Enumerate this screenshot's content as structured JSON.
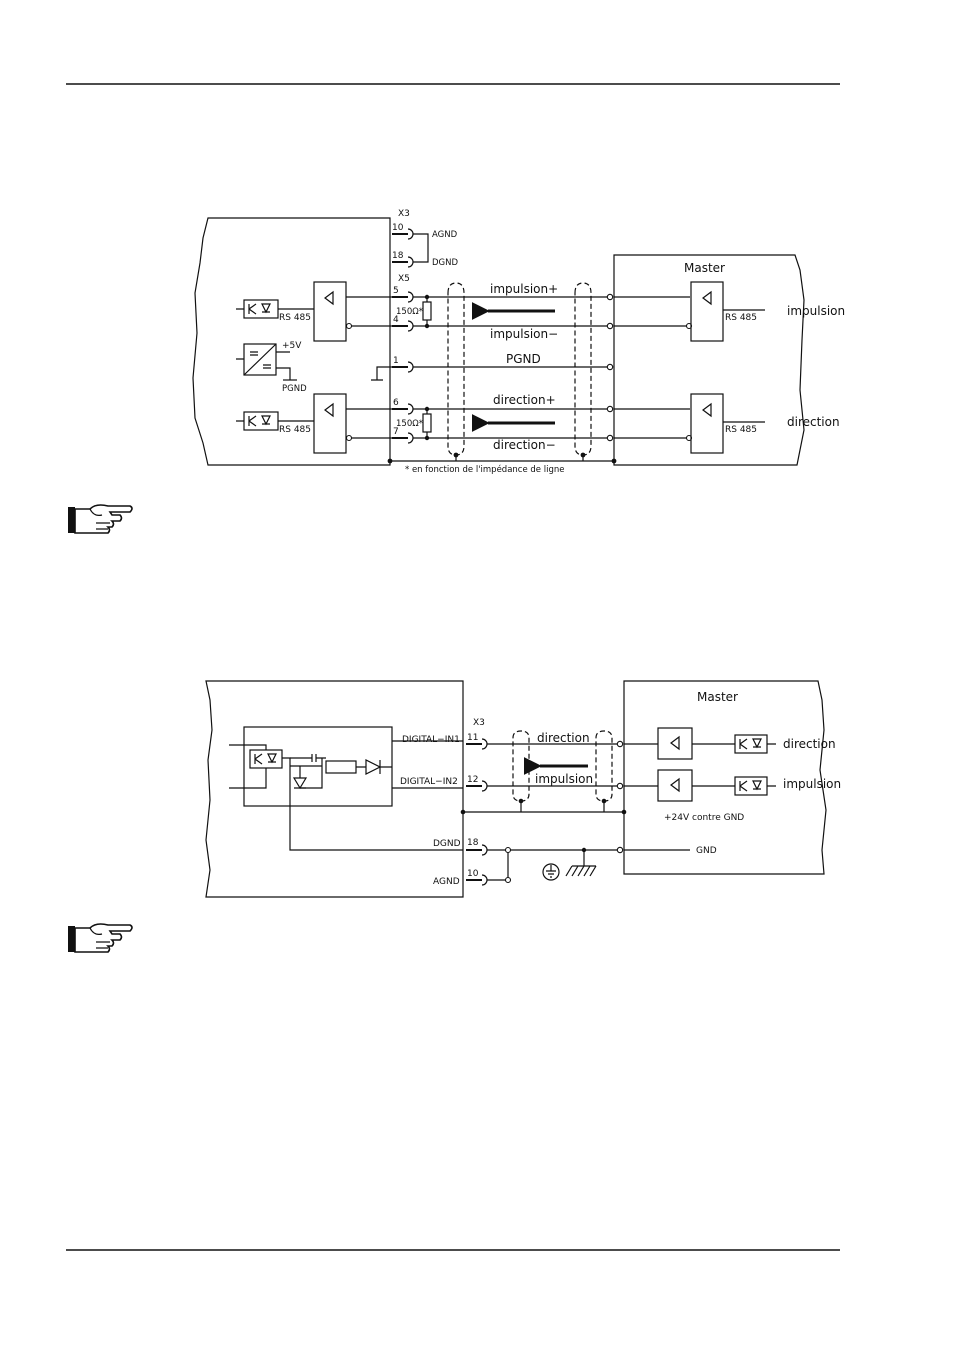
{
  "diagram1": {
    "x3_label": "X3",
    "pin10": "10",
    "agnd": "AGND",
    "pin18": "18",
    "dgnd": "DGND",
    "x5_label": "X5",
    "pin5": "5",
    "pin4": "4",
    "pin1": "1",
    "pin6": "6",
    "pin7": "7",
    "res1": "150Ω*",
    "res2": "150Ω*",
    "rs485_a": "RS 485",
    "rs485_b": "RS 485",
    "plus5v": "+5V",
    "pgnd_left": "PGND",
    "impulse_plus": "impulsion+",
    "impulse_minus": "impulsion−",
    "pgnd_mid": "PGND",
    "direction_plus": "direction+",
    "direction_minus": "direction−",
    "footnote": "* en fonction de l'impédance de ligne",
    "master_title": "Master",
    "master_rs485_a": "RS 485",
    "master_rs485_b": "RS 485",
    "out_impulse": "impulsion",
    "out_direction": "direction"
  },
  "diagram2": {
    "x3_label": "X3",
    "digital_in1": "DIGITAL−IN1",
    "digital_in2": "DIGITAL−IN2",
    "dgnd": "DGND",
    "agnd": "AGND",
    "pin11": "11",
    "pin12": "12",
    "pin18": "18",
    "pin10": "10",
    "direction": "direction",
    "impulse": "impulsion",
    "master_title": "Master",
    "supply": "+24V contre GND",
    "gnd": "GND",
    "out_direction": "direction",
    "out_impulse": "impulsion"
  }
}
